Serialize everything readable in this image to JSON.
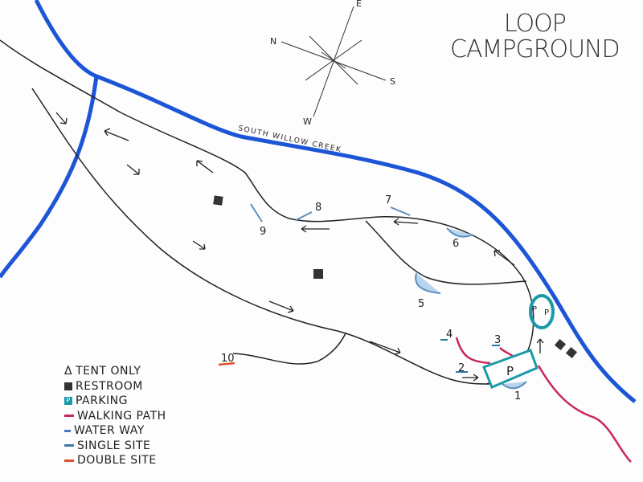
{
  "title": {
    "line1": "LOOP",
    "line2": "CAMPGROUND"
  },
  "compass": {
    "n": "N",
    "e": "E",
    "s": "S",
    "w": "W"
  },
  "creek_label": "SOUTH WILLOW CREEK",
  "sites": [
    "1",
    "2",
    "3",
    "4",
    "5",
    "6",
    "7",
    "8",
    "9",
    "10"
  ],
  "parking_label": "P",
  "legend": [
    {
      "icon": "tent-icon",
      "label": "TENT ONLY"
    },
    {
      "icon": "restroom-icon",
      "label": "RESTROOM",
      "color": "#333333"
    },
    {
      "icon": "parking-icon",
      "label": "PARKING",
      "color": "#1a9aa8"
    },
    {
      "icon": "walking-path-swatch",
      "label": "WALKING PATH",
      "color": "#c8285a"
    },
    {
      "icon": "water-way-swatch",
      "label": "WATER WAY",
      "color": "#4a78c0"
    },
    {
      "icon": "single-site-swatch",
      "label": "SINGLE SITE",
      "color": "#3a7aa0"
    },
    {
      "icon": "double-site-swatch",
      "label": "DOUBLE SITE",
      "color": "#e0502a"
    }
  ],
  "colors": {
    "river": "#1c55d6",
    "road": "#222222",
    "walking_path": "#c8285a",
    "parking": "#1a9aa8",
    "site": "#5a8fc0"
  }
}
